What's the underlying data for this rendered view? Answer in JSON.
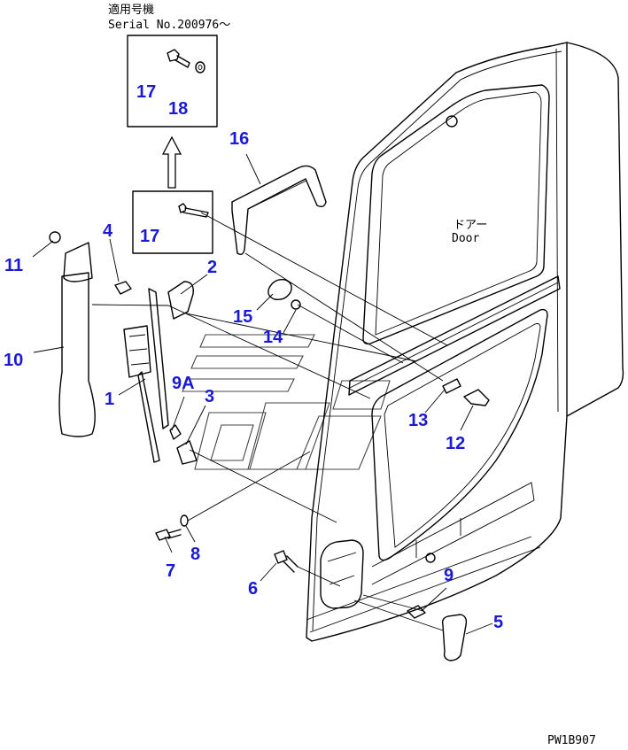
{
  "header": {
    "line1": "適用号機",
    "line2": "Serial No.200976～"
  },
  "door_label": {
    "jp": "ドアー",
    "en": "Door"
  },
  "footer_code": "PW1B907",
  "callouts": {
    "c1": "1",
    "c2": "2",
    "c3": "3",
    "c4": "4",
    "c5": "5",
    "c6": "6",
    "c7": "7",
    "c8": "8",
    "c9": "9",
    "c9a": "9A",
    "c10": "10",
    "c11": "11",
    "c12": "12",
    "c13": "13",
    "c14": "14",
    "c15": "15",
    "c16": "16",
    "c17a": "17",
    "c17b": "17",
    "c18": "18"
  },
  "colors": {
    "callout": "#1a1ad6",
    "line": "#000000"
  }
}
